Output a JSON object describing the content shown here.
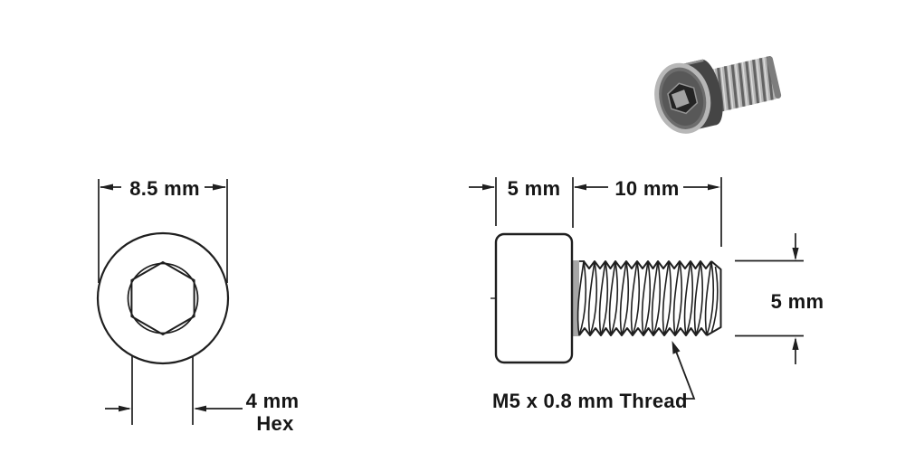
{
  "diagram": {
    "front_view": {
      "head_diameter_label": "8.5 mm",
      "hex_socket_size_label": "4 mm",
      "hex_socket_unit_label": "Hex"
    },
    "side_view": {
      "head_length_label": "5 mm",
      "thread_length_label": "10 mm",
      "thread_diameter_label": "5 mm",
      "thread_spec_label": "M5 x 0.8 mm Thread"
    },
    "colors": {
      "line": "#1f1f1f",
      "text": "#161616",
      "background": "#ffffff",
      "render_head_dark": "#454545",
      "render_rim_light": "#b7b7b7",
      "render_face": "#6d6d6d",
      "render_face_shade": "#585858",
      "render_socket": "#242424",
      "render_socket_floor": "#a2a2a2",
      "render_shaft": "#b6b6b6",
      "render_thread_stripe": "#636363",
      "shank_band": "#a6a6a6"
    }
  }
}
